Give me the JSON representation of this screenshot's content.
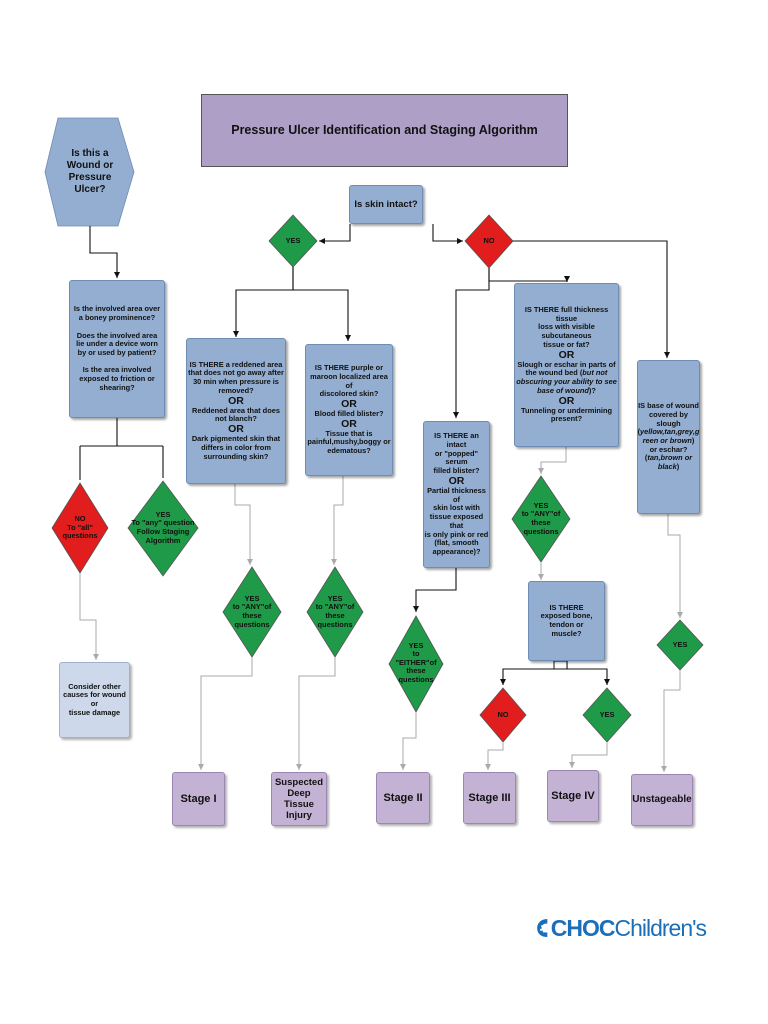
{
  "title": "Pressure Ulcer Identification and Staging Algorithm",
  "colors": {
    "box_blue": "#93aed0",
    "box_purple": "#c4b2d4",
    "yes_green": "#1e9a48",
    "no_red": "#e11d1d",
    "logo_blue": "#1a6fb8"
  },
  "nodes": {
    "start": "Is this a\nWound or\nPressure\nUlcer?",
    "location_q": "Is the involved area over\na boney prominence?\n\nDoes the involved area\nlie under a device worn\nby or used by patient?\n\nIs the area involved\nexposed to friction or\nshearing?",
    "no_all": "NO\nTo \"all\"\nquestions",
    "yes_any": "YES\nTo \"any\" question\nFollow Staging\nAlgorithm",
    "consider": "Consider other\ncauses for wound or\ntissue damage",
    "skin_intact": "Is skin intact?",
    "yes_top": "YES",
    "no_top": "NO",
    "stage1_q": {
      "a": "IS THERE a reddened area\nthat does not go away after\n30 min when pressure is\nremoved?",
      "or1": "OR",
      "b": "Reddened area that does\nnot blanch?",
      "or2": "OR",
      "c": "Dark pigmented skin that\ndiffers in color from\nsurrounding skin?"
    },
    "dti_q": {
      "a": "IS THERE purple or\nmaroon localized area of\ndiscolored skin?",
      "or1": "OR",
      "b": "Blood filled blister?",
      "or2": "OR",
      "c": "Tissue that is\npainful,mushy,boggy or\nedematous?"
    },
    "stage2_q": {
      "a": "IS THERE an intact\nor \"popped\" serum\nfilled blister?",
      "or1": "OR",
      "b": "Partial thickness of\nskin lost with\ntissue exposed that\nis only pink or red\n(flat, smooth\nappearance)?"
    },
    "full_q": {
      "a": "IS THERE full thickness tissue\nloss with visible subcutaneous\ntissue or fat?",
      "or1": "OR",
      "b1": "Slough or eschar in parts of\nthe wound bed (",
      "b2": "but not\nobscuring your ability to see\nbase of wound",
      "b3": ")?",
      "or2": "OR",
      "c": "Tunneling or undermining\npresent?"
    },
    "unstage_q": {
      "a": "IS base of wound\ncovered by\nslough\n(",
      "b": "yellow,tan,grey,g\nreen or brown",
      "c": ")\nor eschar?\n(",
      "d": "tan,brown or\nblack",
      "e": ")"
    },
    "yes_stage1": "YES\nto \"ANY\"of\nthese\nquestions",
    "yes_dti": "YES\nto \"ANY\"of\nthese\nquestions",
    "yes_either": "YES\nto\n\"EITHER\"of\nthese\nquestions",
    "yes_full": "YES\nto \"ANY\"of\nthese\nquestions",
    "bone_q": "IS THERE\nexposed bone,\ntendon or\nmuscle?",
    "no_bone": "NO",
    "yes_bone": "YES",
    "yes_unstage": "YES",
    "stage_1": "Stage I",
    "stage_dti": "Suspected\nDeep Tissue\nInjury",
    "stage_2": "Stage II",
    "stage_3": "Stage III",
    "stage_4": "Stage IV",
    "stage_unstage": "Unstageable"
  },
  "logo": {
    "brand": "CHOC",
    "suffix": "Children's",
    "icon": "choc-logo-icon"
  }
}
